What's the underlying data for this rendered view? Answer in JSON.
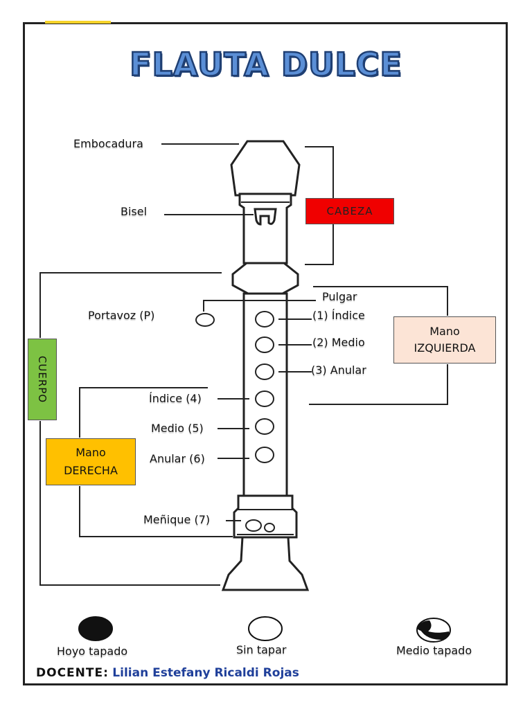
{
  "title": "FLAUTA DULCE",
  "labels": {
    "embocadura": "Embocadura",
    "bisel": "Bisel",
    "portavoz": "Portavoz (P)",
    "pulgar": "Pulgar",
    "indice_1": "(1) Índice",
    "medio_2": "(2) Medio",
    "anular_3": "(3) Anular",
    "indice_4": "Índice (4)",
    "medio_5": "Medio (5)",
    "anular_6": "Anular (6)",
    "menique_7": "Meñique (7)"
  },
  "boxes": {
    "cabeza": "CABEZA",
    "mano_izq_line1": "Mano",
    "mano_izq_line2": "IZQUIERDA",
    "mano_der_line1": "Mano",
    "mano_der_line2": "DERECHA",
    "cuerpo": "CUERPO"
  },
  "legend": {
    "hoyo_tapado": "Hoyo tapado",
    "sin_tapar": "Sin tapar",
    "medio_tapado": "Medio tapado"
  },
  "footer": {
    "docente_label": "DOCENTE:",
    "docente_name": "Lilian Estefany Ricaldi Rojas"
  },
  "colors": {
    "cabeza": "#f00000",
    "mano_izquierda": "#fce4d6",
    "mano_derecha": "#ffc000",
    "cuerpo": "#7dc243",
    "title_fill": "#5b8fd6",
    "docente_name": "#1f3f9a"
  }
}
